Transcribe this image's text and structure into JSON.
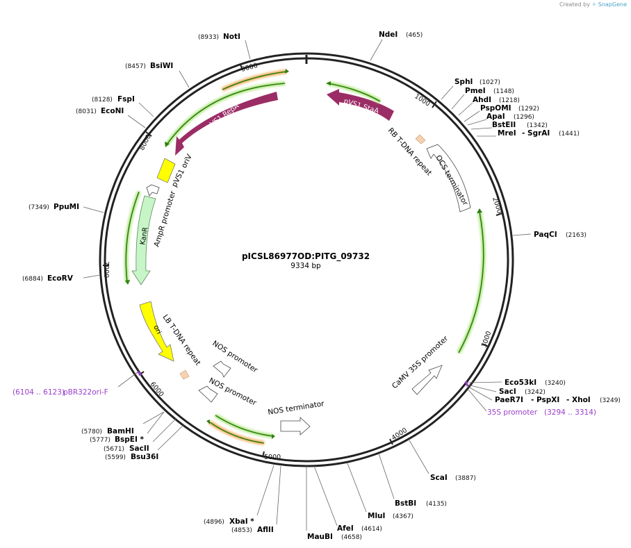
{
  "credit": {
    "created_by": "Created by",
    "brand": "SnapGene"
  },
  "plasmid": {
    "name": "pICSL86977OD:PITG_09732",
    "length": "9334 bp"
  },
  "ruler_ticks": [
    "1000",
    "2000",
    "3000",
    "4000",
    "5000",
    "6000",
    "7000",
    "8000",
    "9000"
  ],
  "sites": [
    {
      "name": "NdeI",
      "pos": "(465)"
    },
    {
      "name": "SphI",
      "pos": "(1027)"
    },
    {
      "name": "PmeI",
      "pos": "(1148)"
    },
    {
      "name": "AhdI",
      "pos": "(1218)"
    },
    {
      "name": "PspOMI",
      "pos": "(1292)"
    },
    {
      "name": "ApaI",
      "pos": "(1296)"
    },
    {
      "name": "BstEII",
      "pos": "(1342)"
    },
    {
      "name": "MreI",
      "name2": "- SgrAI",
      "pos": "(1441)"
    },
    {
      "name": "PaqCI",
      "pos": "(2163)"
    },
    {
      "name": "Eco53kI",
      "pos": "(3240)"
    },
    {
      "name": "SacI",
      "pos": "(3242)"
    },
    {
      "name": "PaeR7I",
      "name2": "- PspXI",
      "name3": "- XhoI",
      "pos": "(3249)"
    },
    {
      "name": "ScaI",
      "pos": "(3887)"
    },
    {
      "name": "BstBI",
      "pos": "(4135)"
    },
    {
      "name": "MluI",
      "pos": "(4367)"
    },
    {
      "name": "AfeI",
      "pos": "(4614)"
    },
    {
      "name": "MauBI",
      "pos": "(4658)"
    },
    {
      "name": "AflII",
      "pos": "(4853)"
    },
    {
      "name": "XbaI *",
      "pos": "(4896)"
    },
    {
      "name": "Bsu36I",
      "pos": "(5599)"
    },
    {
      "name": "SacII",
      "pos": "(5671)"
    },
    {
      "name": "BspEI *",
      "pos": "(5777)"
    },
    {
      "name": "BamHI",
      "pos": "(5780)"
    },
    {
      "name": "EcoRV",
      "pos": "(6884)"
    },
    {
      "name": "PpuMI",
      "pos": "(7349)"
    },
    {
      "name": "EcoNI",
      "pos": "(8031)"
    },
    {
      "name": "FspI",
      "pos": "(8128)"
    },
    {
      "name": "BsiWI",
      "pos": "(8457)"
    },
    {
      "name": "NotI",
      "pos": "(8933)"
    }
  ],
  "primers": [
    {
      "name": "35S promoter",
      "range": "(3294 .. 3314)"
    },
    {
      "name": "pBR322ori-F",
      "range": "(6104 .. 6123)"
    }
  ],
  "features": {
    "pvs1_repa": "pVS1 RepA",
    "pvs1_staa": "pVS1 StaA",
    "rb_repeat": "RB T-DNA repeat",
    "ocs_terminator": "OCS terminator",
    "camv_promoter": "CaMV 35S promoter",
    "nos_terminator": "NOS terminator",
    "nos_promoter_1": "NOS promoter",
    "nos_promoter_2": "NOS promoter",
    "lb_repeat": "LB T-DNA repeat",
    "ori": "ori",
    "ampr_promoter": "AmpR promoter",
    "kanr": "KanR",
    "pvs1_oriv": "pVS1 oriV"
  },
  "colors": {
    "backbone": "#222222",
    "repa_staa": "#9b2d66",
    "origin": "#ffff00",
    "kanr": "#c8f5c8",
    "orf_green": "#2e7d12",
    "orf_glow": "#b5e88a",
    "orf_orange": "#f4b266",
    "primer": "#9a3ec9",
    "repeat": "#f7d2b0"
  }
}
